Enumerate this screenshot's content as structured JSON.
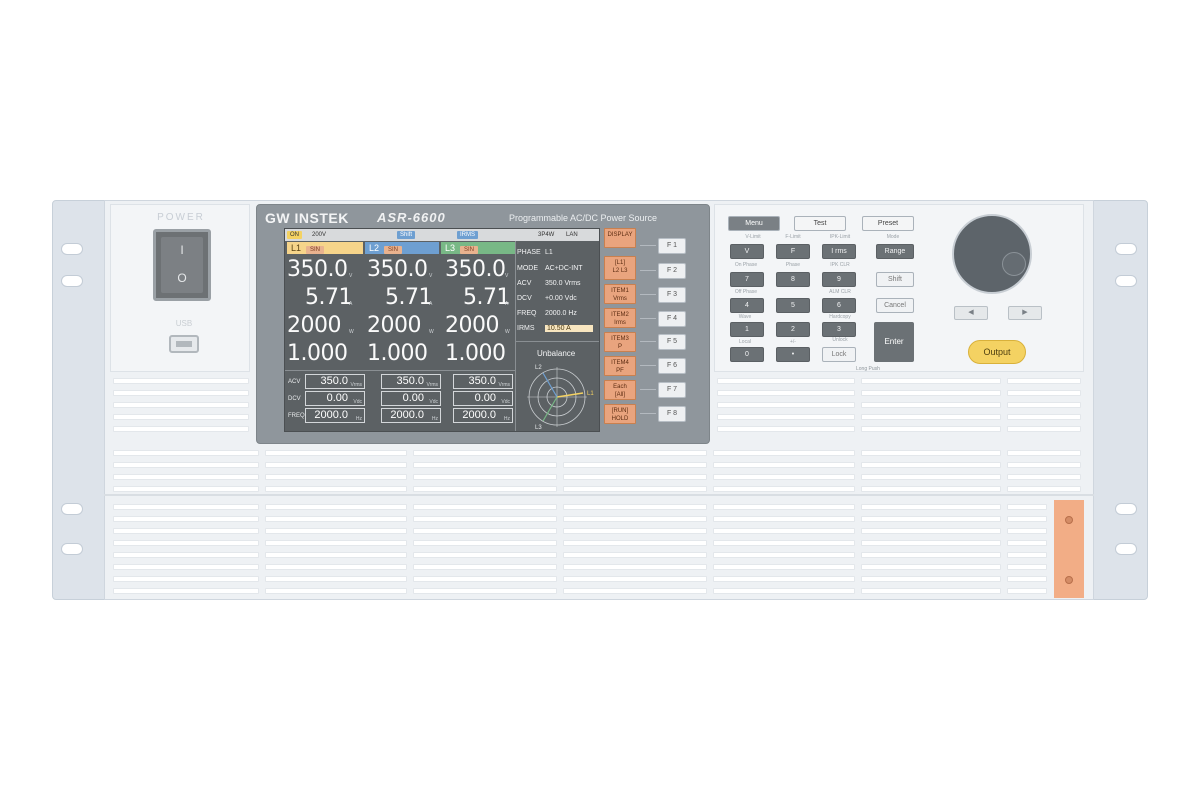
{
  "panel": {
    "power_label": "POWER",
    "power_on_symbol": "I",
    "power_off_symbol": "O",
    "usb_label": "USB"
  },
  "header": {
    "brand": "GW INSTEK",
    "model": "ASR-6600",
    "subtitle": "Programmable AC/DC Power Source"
  },
  "lcd": {
    "status": {
      "on": "ON",
      "range": "200V",
      "shift": "Shift",
      "irms": "IRMS",
      "mode": "3P4W",
      "lan": "LAN"
    },
    "channels": [
      {
        "name": "L1",
        "wave": "SIN",
        "color": "#f6d48a",
        "vrms": "350.0",
        "amps": "5.71",
        "watts": "2000",
        "pf": "1.000"
      },
      {
        "name": "L2",
        "wave": "SIN",
        "color": "#6e9fd1",
        "vrms": "350.0",
        "amps": "5.71",
        "watts": "2000",
        "pf": "1.000"
      },
      {
        "name": "L3",
        "wave": "SIN",
        "color": "#78b886",
        "vrms": "350.0",
        "amps": "5.71",
        "watts": "2000",
        "pf": "1.000"
      }
    ],
    "units": {
      "v": "V",
      "a": "A",
      "w": "W",
      "vrms": "Vrms",
      "vdc": "Vdc",
      "hz": "Hz"
    },
    "settings_rows": [
      {
        "label": "ACV",
        "values": [
          "350.0",
          "350.0",
          "350.0"
        ],
        "unit": "Vrms"
      },
      {
        "label": "DCV",
        "values": [
          "0.00",
          "0.00",
          "0.00"
        ],
        "unit": "Vdc"
      },
      {
        "label": "FREQ",
        "values": [
          "2000.0",
          "2000.0",
          "2000.0"
        ],
        "unit": "Hz"
      }
    ],
    "side": {
      "phase_label": "PHASE",
      "phase_value": "L1",
      "mode_label": "MODE",
      "mode_value": "AC+DC-INT",
      "acv_label": "ACV",
      "acv_value": "350.0 Vrms",
      "dcv_label": "DCV",
      "dcv_value": "+0.00 Vdc",
      "freq_label": "FREQ",
      "freq_value": "2000.0 Hz",
      "irms_label": "IRMS",
      "irms_value": "10.50 A"
    },
    "unbalance_title": "Unbalance",
    "vector_labels": {
      "l1": "L1",
      "l2": "L2",
      "l3": "L3"
    }
  },
  "soft_keys": [
    {
      "line1": "DISPLAY",
      "line2": ""
    },
    {
      "line1": "[L1]",
      "line2": "L2 L3"
    },
    {
      "line1": "ITEM1",
      "line2": "Vrms"
    },
    {
      "line1": "ITEM2",
      "line2": "Irms"
    },
    {
      "line1": "ITEM3",
      "line2": "P"
    },
    {
      "line1": "ITEM4",
      "line2": "PF"
    },
    {
      "line1": "Each",
      "line2": "[All]"
    },
    {
      "line1": "[RUN]",
      "line2": "HOLD"
    }
  ],
  "f_keys": [
    "F 1",
    "F 2",
    "F 3",
    "F 4",
    "F 5",
    "F 6",
    "F 7",
    "F 8"
  ],
  "keypad": {
    "menu": "Menu",
    "test": "Test",
    "preset": "Preset",
    "v_limit": "V-Limit",
    "f_limit": "F-Limit",
    "ipk_limit": "IPK-Limit",
    "mode_label": "Mode",
    "v": "V",
    "f": "F",
    "irms": "I rms",
    "range": "Range",
    "on_phase": "On Phase",
    "phase": "Phase",
    "ipk_clr": "IPK CLR",
    "k7": "7",
    "k8": "8",
    "k9": "9",
    "shift": "Shift",
    "off_phase": "Off Phase",
    "alm_clr": "ALM CLR",
    "k4": "4",
    "k5": "5",
    "k6": "6",
    "cancel": "Cancel",
    "wave": "Wave",
    "hardcopy": "Hardcopy",
    "k1": "1",
    "k2": "2",
    "k3": "3",
    "enter": "Enter",
    "local": "Local",
    "plusminus": "+/-",
    "unlock": "Unlock",
    "k0": "0",
    "dot": "•",
    "lock": "Lock",
    "long_push": "Long Push",
    "output": "Output"
  },
  "colors": {
    "soft_key": "#e9a47e",
    "output": "#f4d262",
    "accent_strip": "#f2ad86"
  }
}
